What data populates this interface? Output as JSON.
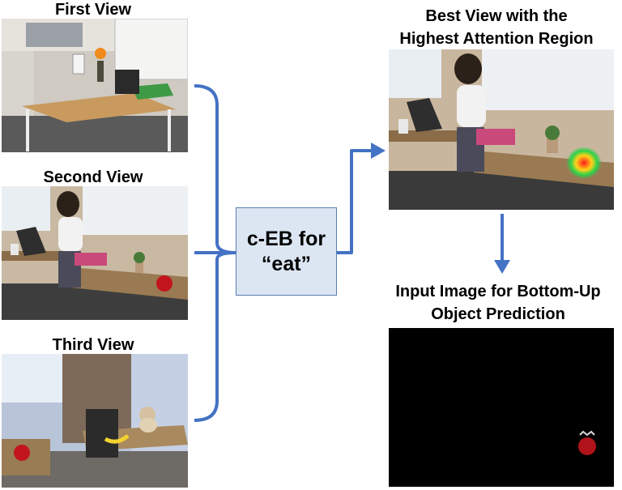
{
  "views": {
    "first_title": "First View",
    "second_title": "Second View",
    "third_title": "Third View"
  },
  "process": {
    "line1": "c-EB for",
    "line2": "“eat”"
  },
  "best_view": {
    "title_line1": "Best View with the",
    "title_line2": "Highest Attention Region"
  },
  "output": {
    "title_line1": "Input Image for Bottom-Up",
    "title_line2": "Object Prediction"
  },
  "colors": {
    "connector": "#4472c4",
    "box_fill": "#dce6f2",
    "box_border": "#5b7db1",
    "output_background": "#000000"
  }
}
